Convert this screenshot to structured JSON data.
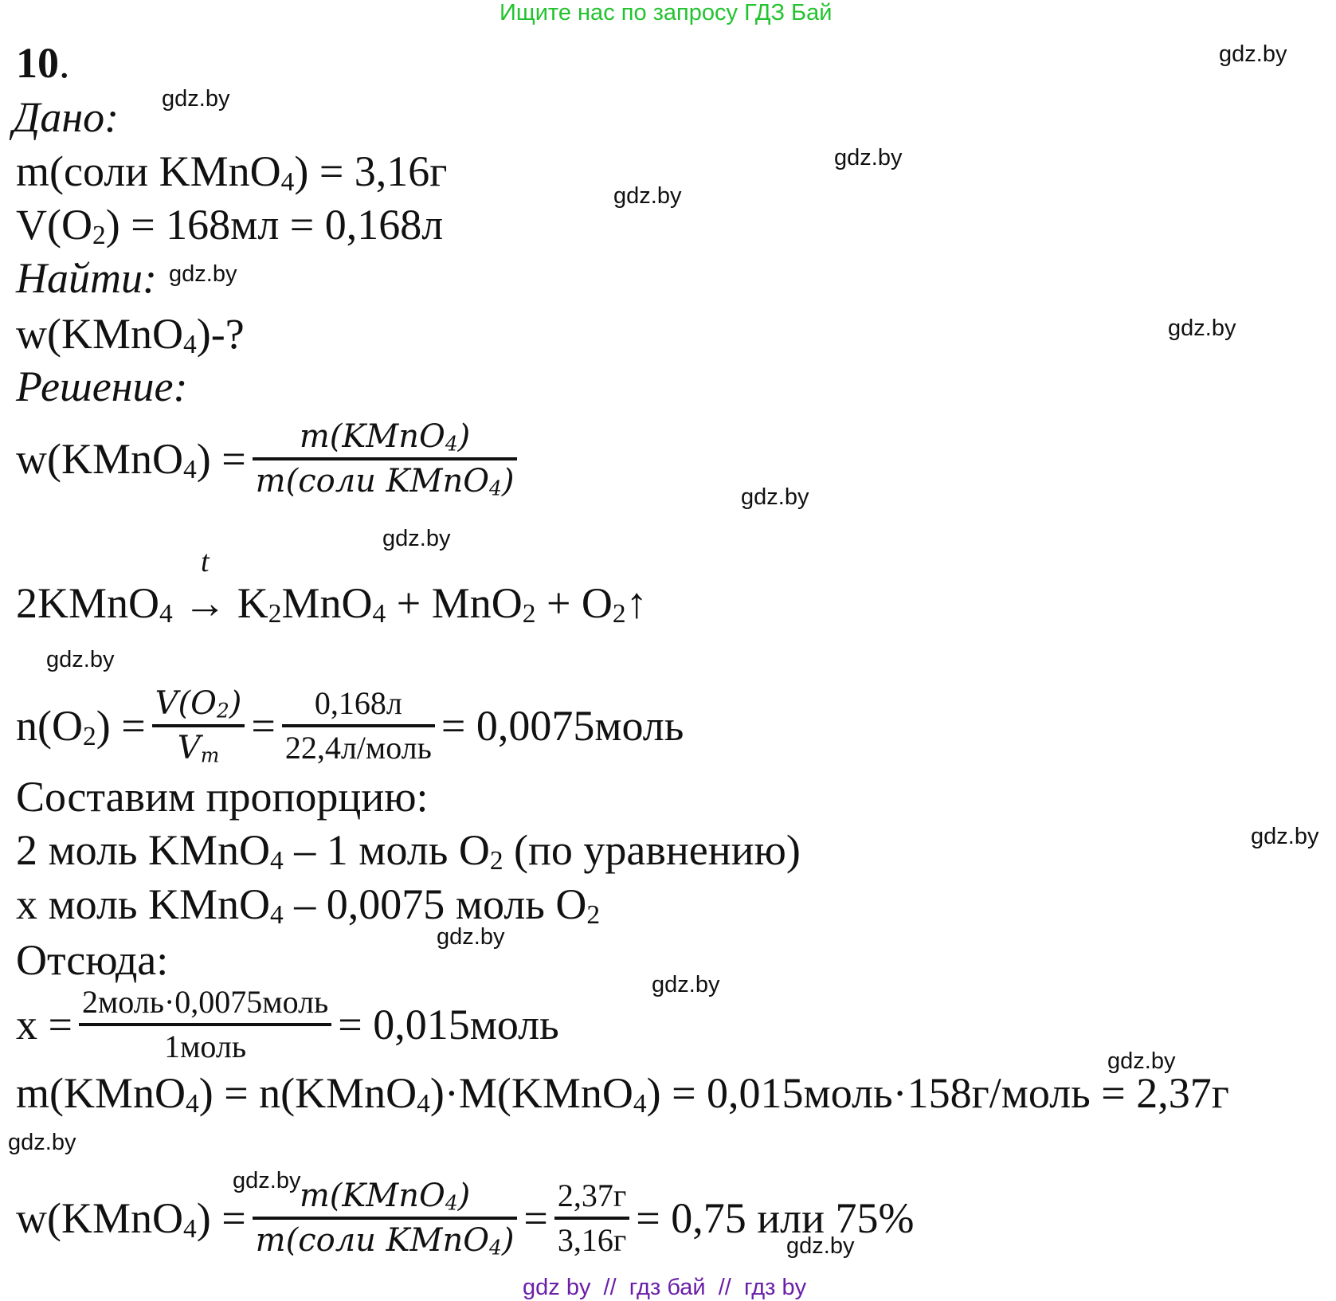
{
  "banner": "Ищите нас по запросу ГДЗ Бай",
  "problem_number": "10",
  "given": {
    "heading": "Дано:",
    "line1": {
      "pre": "m(соли KMnO",
      "sub": "4",
      "post": ") = 3,16г"
    },
    "line2": {
      "pre": "V(O",
      "sub": "2",
      "post": ") = 168мл = 0,168л"
    }
  },
  "find": {
    "heading": "Найти:",
    "line": {
      "pre": "w(KMnO",
      "sub": "4",
      "post": ")-?"
    }
  },
  "solution": {
    "heading": "Решение:",
    "formula1": {
      "lhs_pre": "w(KMnO",
      "lhs_sub": "4",
      "lhs_post": ") =",
      "num_pre": "m(KMnO",
      "num_sub": "4",
      "num_post": ")",
      "den_pre": "m(соли KMnO",
      "den_sub": "4",
      "den_post": ")"
    },
    "reaction": {
      "condition": "t",
      "reactant": "2KMnO",
      "reactant_sub": "4",
      "arrow": "→",
      "p1_pre": "K",
      "p1_sub1": "2",
      "p1_mid": "MnO",
      "p1_sub2": "4",
      "plus1": "+",
      "p2": "MnO",
      "p2_sub": "2",
      "plus2": "+",
      "p3": "O",
      "p3_sub": "2",
      "gas": "↑"
    },
    "moles_o2": {
      "lhs_pre": "n(O",
      "lhs_sub": "2",
      "lhs_post": ") =",
      "f1_num_pre": "V(O",
      "f1_num_sub": "2",
      "f1_num_post": ")",
      "f1_den": "V",
      "f1_den_sub": "m",
      "eq": "=",
      "f2_num": "0,168л",
      "f2_den": "22,4л/моль",
      "result": "= 0,0075моль"
    },
    "proportion_heading": "Составим пропорцию:",
    "prop1": {
      "a": "2 моль KMnO",
      "a_sub": "4",
      "b": " – 1 моль O",
      "b_sub": "2",
      "c": " (по уравнению)"
    },
    "prop2": {
      "a": "x моль KMnO",
      "a_sub": "4",
      "b": " – 0,0075 моль O",
      "b_sub": "2"
    },
    "hence": "Отсюда:",
    "x_calc": {
      "lhs": "x =",
      "num": "2моль·0,0075моль",
      "den": "1моль",
      "result": "= 0,015моль"
    },
    "mass": {
      "text1": "m(KMnO",
      "s1": "4",
      "text2": ") = n(KMnO",
      "s2": "4",
      "text3": ")·M(KMnO",
      "s3": "4",
      "text4": ") = 0,015моль·158г/моль = 2,37г"
    },
    "final": {
      "lhs_pre": "w(KMnO",
      "lhs_sub": "4",
      "lhs_post": ") =",
      "num_pre": "m(KMnO",
      "num_sub": "4",
      "num_post": ")",
      "den_pre": "m(соли KMnO",
      "den_sub": "4",
      "den_post": ")",
      "eq": "=",
      "n2": "2,37г",
      "d2": "3,16г",
      "result": "= 0,75 или 75%"
    }
  },
  "watermark": "gdz.by",
  "footer": "gdz by  //  гдз бай  //  гдз by",
  "colors": {
    "banner": "#22c32e",
    "footer": "#6a1fa8",
    "text": "#111111"
  }
}
